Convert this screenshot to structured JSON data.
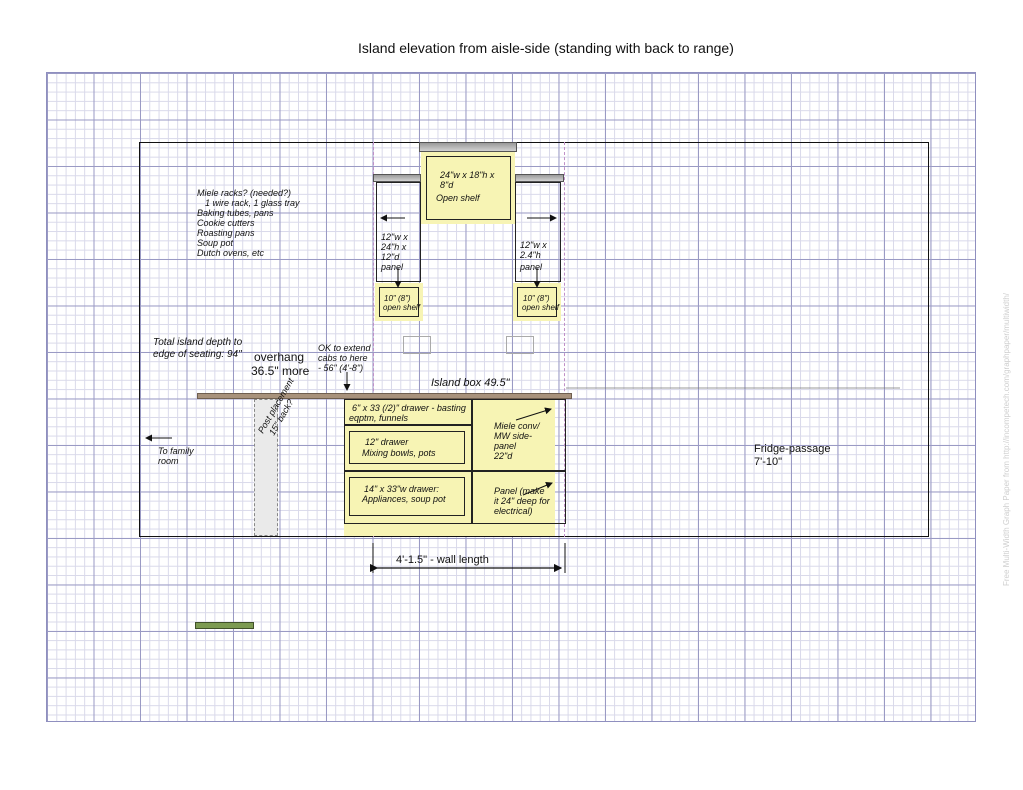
{
  "title": "Island elevation from aisle-side (standing with back to range)",
  "watermark": "Free Multi-Width Graph Paper from http://incompetech.com/graphpaper/multiwidth/",
  "notes": {
    "miele_racks": [
      "Miele racks?  (needed?)",
      "1 wire rack, 1 glass tray",
      "Baking tubes, pans",
      "Cookie cutters",
      "Roasting pans",
      "Soup pot",
      "Dutch ovens, etc"
    ],
    "total_depth": [
      "Total island depth to",
      "edge of seating:  94\""
    ],
    "overhang": [
      "overhang",
      "36.5\" more"
    ],
    "ok_extend": [
      "OK to extend",
      "cabs to here",
      "- 56\" (4'-8\")"
    ],
    "island_box": "Island box  49.5\"",
    "post_placement": [
      "Post placement",
      "15\" back?"
    ],
    "family_room": [
      "To family",
      "room"
    ],
    "fridge_passage": [
      "Fridge-passage",
      "7'-10\""
    ],
    "wall_length": "4'-1.5\" - wall length",
    "colors": {
      "cabinet_fill": "#f7f4b4",
      "countertop": "#a8927c",
      "grid_major": "#9a9ac4",
      "grid_minor": "#d9d9ea",
      "marker": "#7c9a52"
    }
  },
  "cabinets": {
    "top_shelf": [
      "24\"w x 18\"h x",
      "8\"d",
      "Open shelf"
    ],
    "left_panel": [
      "12\"w x",
      "24\"h x",
      "12\"d",
      "panel"
    ],
    "right_panel": [
      "12\"w x",
      "2.4\"h",
      "panel"
    ],
    "left_open_shelf": [
      "10\" (8\")",
      "open shelf"
    ],
    "right_open_shelf": [
      "10\" (8\")",
      "open shelf"
    ],
    "drawer1": [
      "6\" x 33 (/2)\" drawer - basting",
      "eqptm, funnels"
    ],
    "drawer2": [
      "12\" drawer",
      "Mixing bowls, pots"
    ],
    "drawer3": [
      "14\" x 33\"w drawer:",
      "Appliances, soup pot"
    ],
    "miele_conv": [
      "Miele conv/",
      "MW side-",
      "panel",
      "22\"d"
    ],
    "panel_electrical": [
      "Panel (make",
      "it 24\" deep for",
      "electrical)"
    ]
  }
}
